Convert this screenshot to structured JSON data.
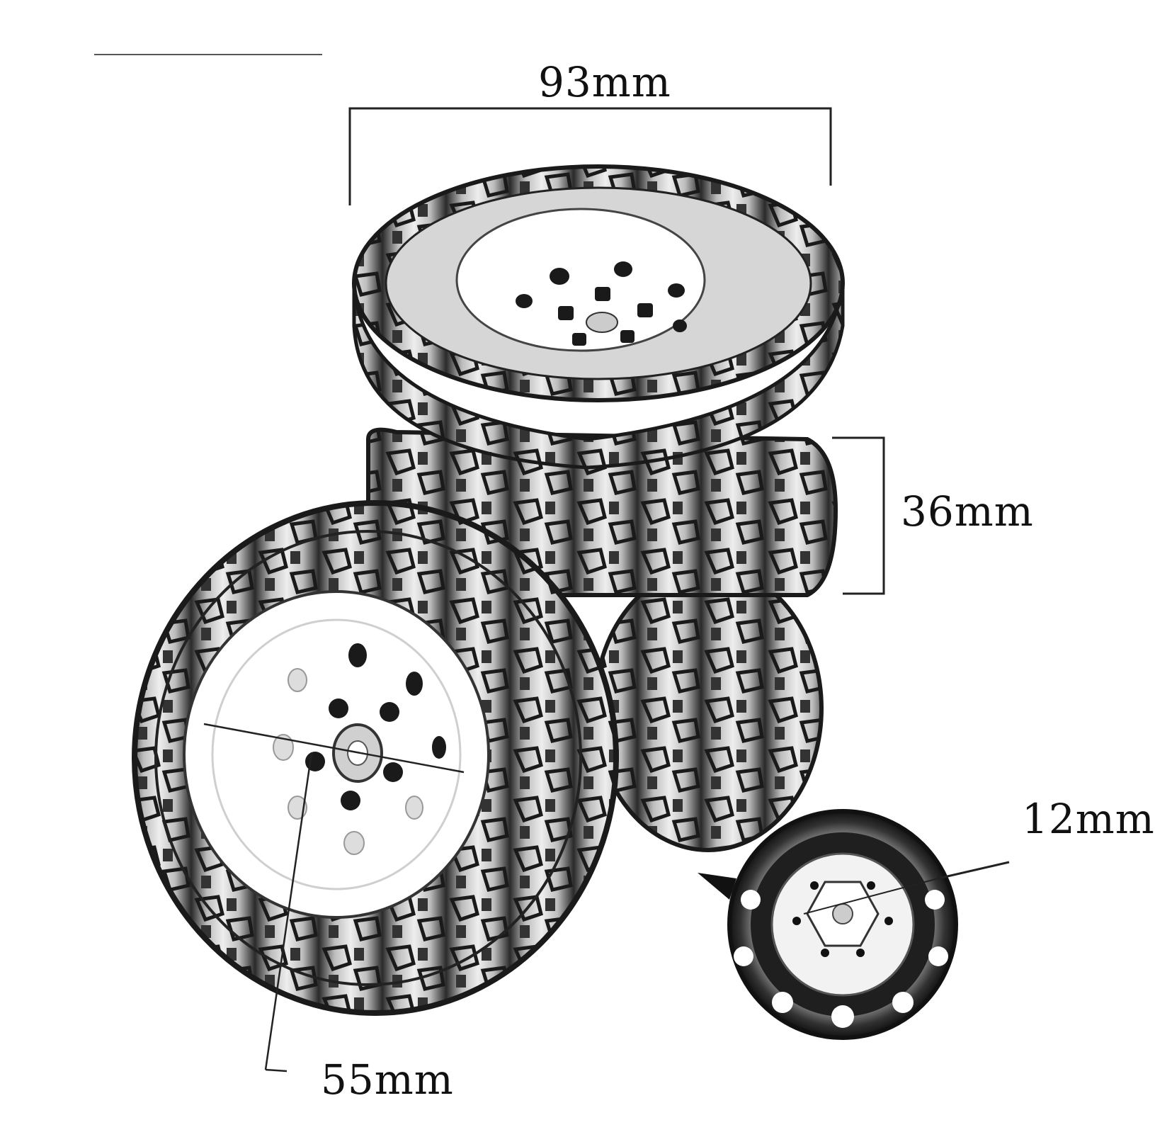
{
  "dimensions": {
    "overall_width": "93mm",
    "tire_width": "36mm",
    "hex_adapter": "12mm",
    "rim_diameter": "55mm"
  },
  "colors": {
    "line": "#111111",
    "tire_dark": "#1e1e1e",
    "tire_mid": "#8a8a8a",
    "tire_light": "#d9d9d9",
    "rim": "#ffffff"
  },
  "icons": {
    "tire": "tire-icon",
    "wheel_rim": "wheel-rim-icon",
    "hex_hub": "hex-hub-icon"
  }
}
